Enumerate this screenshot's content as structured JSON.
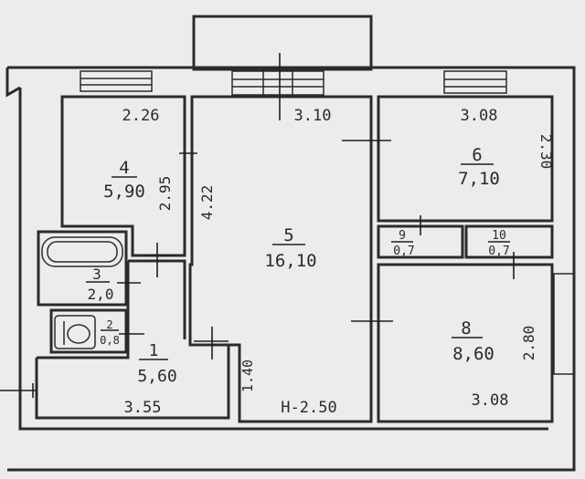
{
  "rooms": [
    {
      "key": "r4",
      "number": "4",
      "area": "5,90"
    },
    {
      "key": "r5",
      "number": "5",
      "area": "16,10"
    },
    {
      "key": "r6",
      "number": "6",
      "area": "7,10"
    },
    {
      "key": "r9",
      "number": "9",
      "area": "0,7"
    },
    {
      "key": "r10",
      "number": "10",
      "area": "0,7"
    },
    {
      "key": "r3",
      "number": "3",
      "area": "2,0"
    },
    {
      "key": "r2",
      "number": "2",
      "area": "0,8"
    },
    {
      "key": "r1",
      "number": "1",
      "area": "5,60"
    },
    {
      "key": "r8",
      "number": "8",
      "area": "8,60"
    }
  ],
  "dimensions": {
    "d1": "2.26",
    "d2": "3.10",
    "d3": "3.08",
    "d4": "2.95",
    "d5": "4.22",
    "d6": "2.30",
    "d7": "2.80",
    "d8": "1.40",
    "d9": "3.55",
    "d10": "3.08"
  },
  "ceiling_height": "H-2.50"
}
